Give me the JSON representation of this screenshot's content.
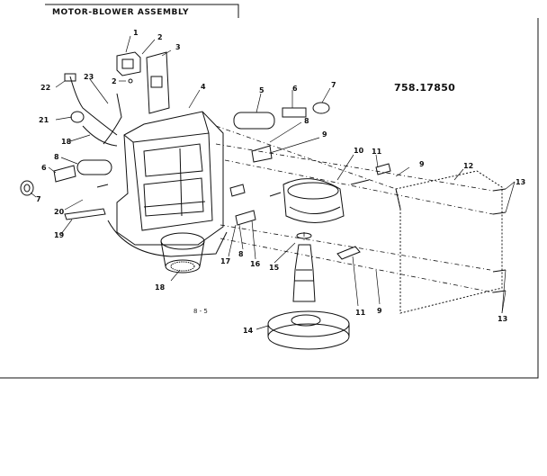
{
  "diagram": {
    "title": "MOTOR-BLOWER ASSEMBLY",
    "model_number": "758.17850",
    "page_reference": "8 - 5",
    "callouts": [
      "1",
      "2",
      "3",
      "2",
      "4",
      "5",
      "6",
      "7",
      "8",
      "9",
      "10",
      "11",
      "9",
      "12",
      "13",
      "22",
      "23",
      "21",
      "18",
      "8",
      "6",
      "7",
      "20",
      "19",
      "17",
      "8",
      "16",
      "15",
      "11",
      "9",
      "13",
      "18",
      "14"
    ]
  }
}
